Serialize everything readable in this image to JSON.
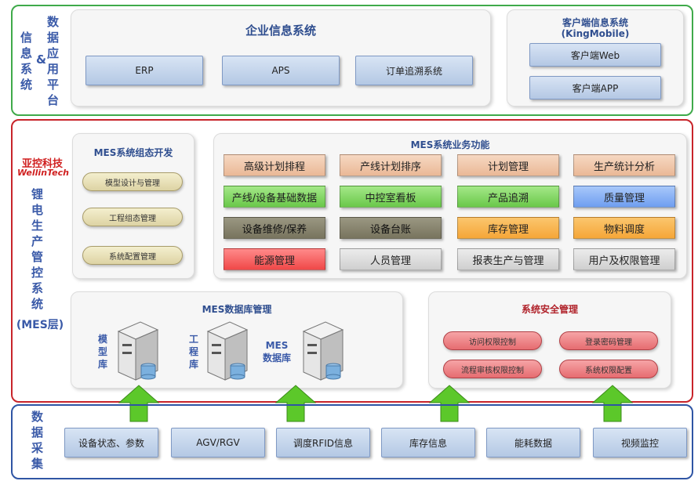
{
  "app_layer": {
    "side_label_left": "信\n息\n系\n统",
    "side_label_amp": "&",
    "side_label_right": "数\n据\n应\n用\n平\n台",
    "enterprise": {
      "title": "企业信息系统",
      "items": [
        "ERP",
        "APS",
        "订单追溯系统"
      ]
    },
    "client": {
      "title": "客户端信息系统",
      "subtitle": "(KingMobile)",
      "items": [
        "客户端Web",
        "客户端APP"
      ]
    }
  },
  "mes_layer": {
    "brand_cn": "亚控科技",
    "brand_en": "WellinTech",
    "side_label": "锂\n电\n生\n产\n管\n控\n系\n统",
    "side_label_suffix": "(MES层)",
    "config_dev": {
      "title": "MES系统组态开发",
      "items": [
        "模型设计与管理",
        "工程组态管理",
        "系统配置管理"
      ]
    },
    "functions": {
      "title": "MES系统业务功能",
      "items": [
        {
          "label": "高级计划排程",
          "color": "peach"
        },
        {
          "label": "产线计划排序",
          "color": "peach"
        },
        {
          "label": "计划管理",
          "color": "peach"
        },
        {
          "label": "生产统计分析",
          "color": "peach"
        },
        {
          "label": "产线/设备基础数据",
          "color": "green"
        },
        {
          "label": "中控室看板",
          "color": "green"
        },
        {
          "label": "产品追溯",
          "color": "green"
        },
        {
          "label": "质量管理",
          "color": "blue"
        },
        {
          "label": "设备维修/保养",
          "color": "olive"
        },
        {
          "label": "设备台账",
          "color": "olive"
        },
        {
          "label": "库存管理",
          "color": "orange"
        },
        {
          "label": "物料调度",
          "color": "orange"
        },
        {
          "label": "能源管理",
          "color": "red"
        },
        {
          "label": "人员管理",
          "color": "gray"
        },
        {
          "label": "报表生产与管理",
          "color": "gray"
        },
        {
          "label": "用户及权限管理",
          "color": "gray"
        }
      ]
    },
    "database": {
      "title": "MES数据库管理",
      "items": [
        "模\n型\n库",
        "工\n程\n库",
        "MES\n数据库"
      ]
    },
    "security": {
      "title": "系统安全管理",
      "items": [
        "访问权限控制",
        "登录密码管理",
        "流程审核权限控制",
        "系统权限配置"
      ]
    }
  },
  "data_layer": {
    "side_label": "数\n据\n采\n集",
    "items": [
      "设备状态、参数",
      "AGV/RGV",
      "调度RFID信息",
      "库存信息",
      "能耗数据",
      "视频监控"
    ]
  },
  "colors": {
    "app_border": "#3faa4a",
    "mes_border": "#c8242a",
    "data_border": "#2f55a4",
    "arrow_green": "#5cc82a"
  }
}
